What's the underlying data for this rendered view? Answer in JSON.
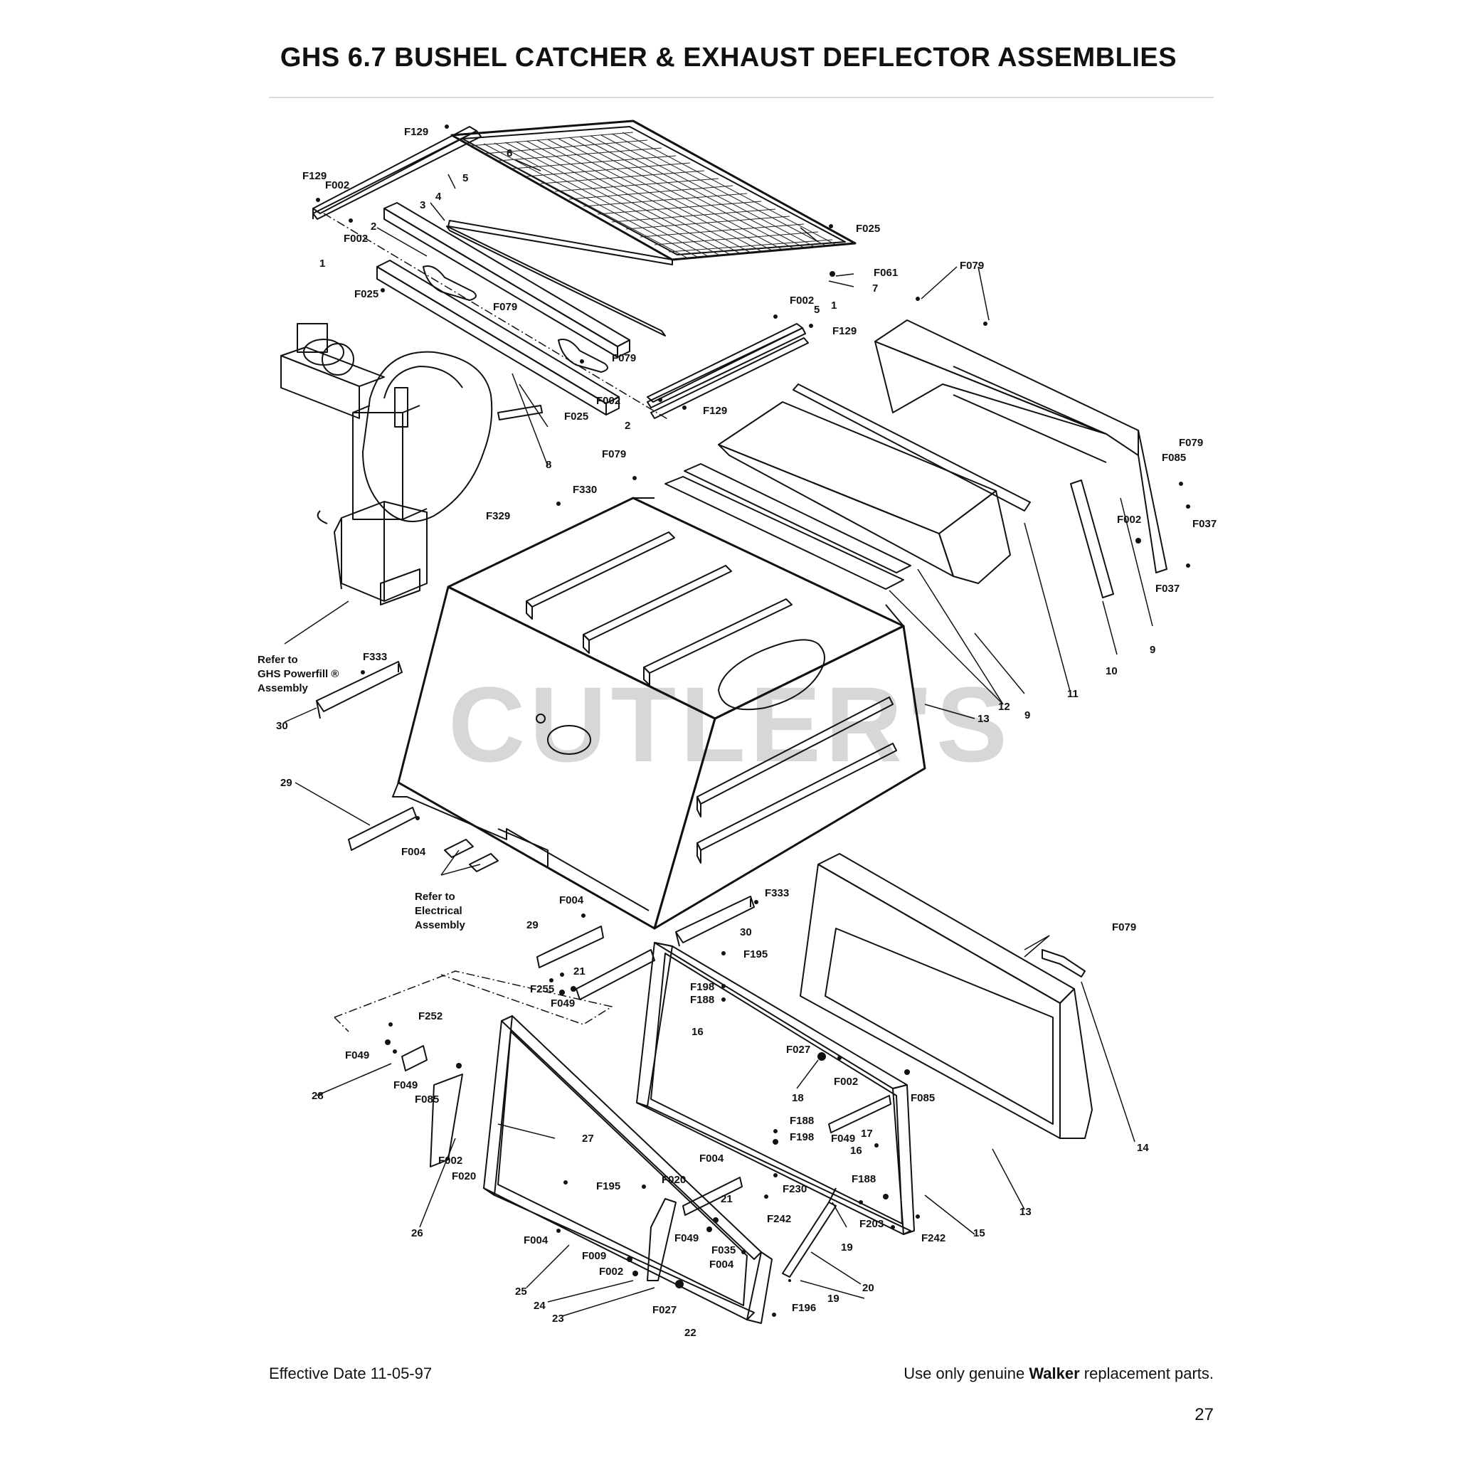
{
  "page": {
    "title": "GHS 6.7 BUSHEL CATCHER & EXHAUST DEFLECTOR ASSEMBLIES",
    "effective_date": "Effective Date 11-05-97",
    "footer_note": {
      "prefix": "Use only genuine ",
      "brand": "Walker",
      "suffix": " replacement parts."
    },
    "page_number": "27"
  },
  "diagram": {
    "watermark": "CUTLER'S",
    "notes": {
      "powerfill": [
        "Refer to",
        "GHS Powerfill ®",
        "Assembly"
      ],
      "electrical": [
        "Refer to",
        "Electrical",
        "Assembly"
      ]
    },
    "labels": {
      "l_f129_a": "F129",
      "l_f129_b": "F129",
      "l_f002_a": "F002",
      "l_f002_b": "F002",
      "l_1_a": "1",
      "l_2_a": "2",
      "l_3": "3",
      "l_4": "4",
      "l_5_a": "5",
      "l_6": "6",
      "l_f025_a": "F025",
      "l_f061": "F061",
      "l_7": "7",
      "l_f025_b": "F025",
      "l_f079_a": "F079",
      "l_f002_c": "F002",
      "l_5_b": "5",
      "l_1_b": "1",
      "l_f129_c": "F129",
      "l_f079_b": "F079",
      "l_f002_d": "F002",
      "l_f129_d": "F129",
      "l_f025_c": "F025",
      "l_2_b": "2",
      "l_8": "8",
      "l_f079_c": "F079",
      "l_f079_d": "F079",
      "l_f330": "F330",
      "l_f329": "F329",
      "l_f079_e": "F079",
      "l_f085_a": "F085",
      "l_f037_a": "F037",
      "l_f002_e": "F002",
      "l_f037_b": "F037",
      "l_9_a": "9",
      "l_10": "10",
      "l_11": "11",
      "l_9_b": "9",
      "l_12": "12",
      "l_13_a": "13",
      "l_f333_a": "F333",
      "l_30_a": "30",
      "l_29_a": "29",
      "l_f004_a": "F004",
      "l_f333_b": "F333",
      "l_30_b": "30",
      "l_f004_b": "F004",
      "l_29_b": "29",
      "l_f079_f": "F079",
      "l_f195_a": "F195",
      "l_21_a": "21",
      "l_f255": "F255",
      "l_f049_a": "F049",
      "l_f198_a": "F198",
      "l_f188_a": "F188",
      "l_f252": "F252",
      "l_16_a": "16",
      "l_f049_b": "F049",
      "l_f027_a": "F027",
      "l_28": "28",
      "l_f049_c": "F049",
      "l_f085_b": "F085",
      "l_18": "18",
      "l_f002_f": "F002",
      "l_f085_c": "F085",
      "l_14": "14",
      "l_27": "27",
      "l_f188_b": "F188",
      "l_f198_b": "F198",
      "l_f049_d": "F049",
      "l_17": "17",
      "l_16_b": "16",
      "l_f002_g": "F002",
      "l_f020_a": "F020",
      "l_f004_c": "F004",
      "l_f020_b": "F020",
      "l_f195_b": "F195",
      "l_f230": "F230",
      "l_13_b": "13",
      "l_26": "26",
      "l_f242_a": "F242",
      "l_21_b": "21",
      "l_f188_c": "F188",
      "l_f049_e": "F049",
      "l_f035": "F035",
      "l_f203": "F203",
      "l_f242_b": "F242",
      "l_15": "15",
      "l_19_a": "19",
      "l_f004_d": "F004",
      "l_f009": "F009",
      "l_f002_h": "F002",
      "l_f004_e": "F004",
      "l_20": "20",
      "l_25": "25",
      "l_24": "24",
      "l_23": "23",
      "l_19_b": "19",
      "l_f027_b": "F027",
      "l_f196": "F196",
      "l_22": "22"
    }
  }
}
